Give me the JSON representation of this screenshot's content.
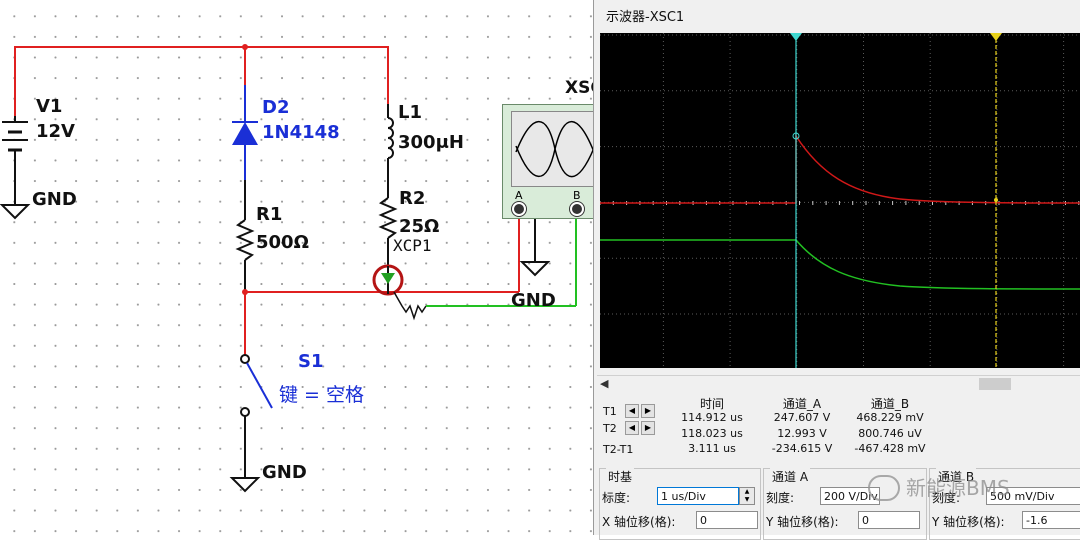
{
  "schematic": {
    "v1": {
      "name": "V1",
      "value": "12V"
    },
    "gnd_label": "GND",
    "d2": {
      "name": "D2",
      "model": "1N4148"
    },
    "l1": {
      "name": "L1",
      "value": "300μH"
    },
    "r1": {
      "name": "R1",
      "value": "500Ω"
    },
    "r2": {
      "name": "R2",
      "value": "25Ω"
    },
    "probe": {
      "name": "XCP1"
    },
    "s1": {
      "name": "S1",
      "key": "键 = 空格"
    },
    "scope_icon": {
      "name": "XSC",
      "terminal_a": "A",
      "terminal_b": "B"
    }
  },
  "scope": {
    "title": "示波器-XSC1",
    "markers": {
      "t1_color": "#3fd8d0",
      "t2_color": "#e8d21a"
    },
    "trace_colors": {
      "channel_a": "#d01818",
      "channel_b": "#22c022"
    },
    "readout": {
      "headers": [
        "时间",
        "通道_A",
        "通道_B"
      ],
      "rows": [
        {
          "label": "T1",
          "time": "114.912 us",
          "a": "247.607 V",
          "b": "468.229 mV"
        },
        {
          "label": "T2",
          "time": "118.023 us",
          "a": "12.993 V",
          "b": "800.746 uV"
        },
        {
          "label": "T2-T1",
          "time": "3.111 us",
          "a": "-234.615 V",
          "b": "-467.428 mV"
        }
      ]
    },
    "timebase": {
      "title": "时基",
      "scale_label": "标度:",
      "scale_value": "1 us/Div",
      "xpos_label": "X 轴位移(格):",
      "xpos_value": "0"
    },
    "channel_a": {
      "title": "通道 A",
      "scale_label": "刻度:",
      "scale_value": "200 V/Div",
      "ypos_label": "Y 轴位移(格):",
      "ypos_value": "0"
    },
    "channel_b": {
      "title": "通道 B",
      "scale_label": "刻度:",
      "scale_value": "500 mV/Div",
      "ypos_label": "Y 轴位移(格):",
      "ypos_value": "-1.6"
    }
  },
  "watermark": "新能源BMS"
}
